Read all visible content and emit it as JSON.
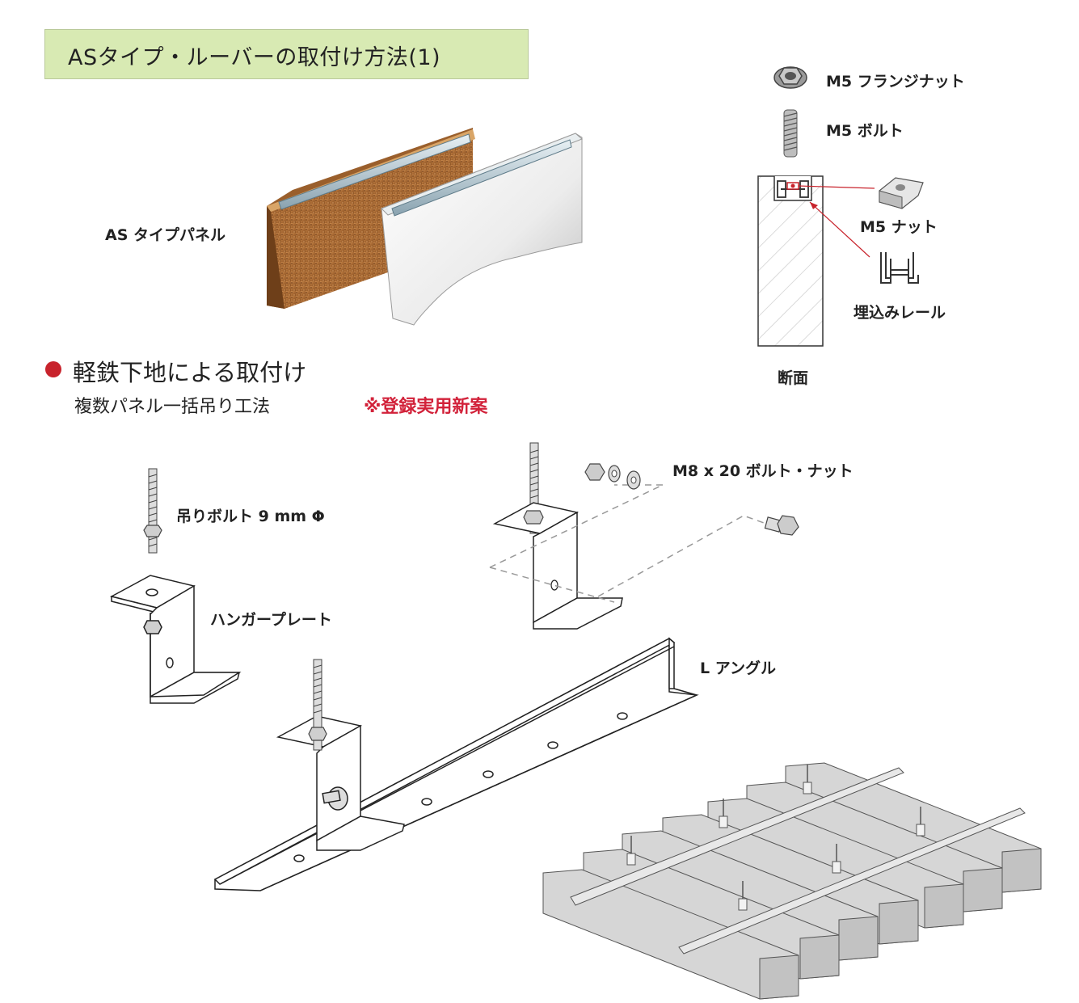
{
  "title": "ASタイプ・ルーバーの取付け方法(1)",
  "labels": {
    "panel": "AS タイプパネル",
    "flange_nut": "M5 フランジナット",
    "bolt_m5": "M5 ボルト",
    "nut_m5": "M5 ナット",
    "rail": "埋込みレール",
    "section": "断面",
    "hanging_bolt": "吊りボルト 9 mm Φ",
    "hanger_plate": "ハンガープレート",
    "m8_bolt_nut": "M8 x 20 ボルト・ナット",
    "l_angle": "L アングル"
  },
  "section": {
    "title": "軽鉄下地による取付け",
    "subtitle": "複数パネル一括吊り工法",
    "patent": "※登録実用新案"
  },
  "colors": {
    "title_bg": "#d8eab3",
    "accent_red": "#c8232c",
    "patent_red": "#d2223a",
    "wood": "#b5763f",
    "panel_gray": "#d6d6d6"
  }
}
